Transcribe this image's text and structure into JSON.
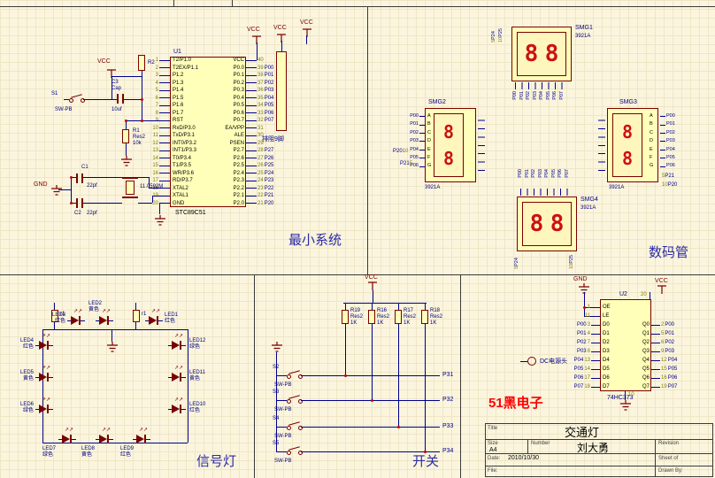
{
  "palette": {
    "background": "#FBF5DE",
    "grid": "#EFE6C6",
    "component_fill": "#FFFFB9",
    "component_border": "#7A0000",
    "wire": "#00008B",
    "net_text": "#00008B",
    "power_text": "#7A0000",
    "pin_number": "#808000",
    "segment_red": "#CC1111",
    "brand_red": "#FF0000",
    "annotation_blue": "#2B2BA6"
  },
  "icons": {
    "led_emission": "↗↗"
  },
  "minimal_system": {
    "caption": "最小系统",
    "vcc": "VCC",
    "gnd": "GND",
    "mcu": {
      "designator": "U1",
      "part": "STC89C51",
      "left_pins": [
        {
          "n": "1",
          "name": "T2/P1.0"
        },
        {
          "n": "2",
          "name": "T2EX/P1.1"
        },
        {
          "n": "3",
          "name": "P1.2"
        },
        {
          "n": "4",
          "name": "P1.3"
        },
        {
          "n": "5",
          "name": "P1.4"
        },
        {
          "n": "6",
          "name": "P1.5"
        },
        {
          "n": "7",
          "name": "P1.6"
        },
        {
          "n": "8",
          "name": "P1.7"
        },
        {
          "n": "9",
          "name": "RST"
        },
        {
          "n": "10",
          "name": "RxD/P3.0"
        },
        {
          "n": "11",
          "name": "TxD/P3.1"
        },
        {
          "n": "12",
          "name": "INT0/P3.2"
        },
        {
          "n": "13",
          "name": "INT1/P3.3"
        },
        {
          "n": "14",
          "name": "T0/P3.4"
        },
        {
          "n": "15",
          "name": "T1/P3.5"
        },
        {
          "n": "16",
          "name": "WR/P3.6"
        },
        {
          "n": "17",
          "name": "RD/P3.7"
        },
        {
          "n": "18",
          "name": "XTAL2"
        },
        {
          "n": "19",
          "name": "XTAL1"
        },
        {
          "n": "20",
          "name": "GND"
        }
      ],
      "right_pins": [
        {
          "n": "40",
          "name": "VCC",
          "net": ""
        },
        {
          "n": "39",
          "name": "P0.0",
          "net": "P00"
        },
        {
          "n": "38",
          "name": "P0.1",
          "net": "P01"
        },
        {
          "n": "37",
          "name": "P0.2",
          "net": "P02"
        },
        {
          "n": "36",
          "name": "P0.3",
          "net": "P03"
        },
        {
          "n": "35",
          "name": "P0.4",
          "net": "P04"
        },
        {
          "n": "34",
          "name": "P0.5",
          "net": "P05"
        },
        {
          "n": "33",
          "name": "P0.6",
          "net": "P06"
        },
        {
          "n": "32",
          "name": "P0.7",
          "net": "P07"
        },
        {
          "n": "31",
          "name": "EA/VPP",
          "net": ""
        },
        {
          "n": "30",
          "name": "ALE",
          "net": ""
        },
        {
          "n": "29",
          "name": "PSEN",
          "net": ""
        },
        {
          "n": "28",
          "name": "P2.7",
          "net": "P27"
        },
        {
          "n": "27",
          "name": "P2.6",
          "net": "P26"
        },
        {
          "n": "26",
          "name": "P2.5",
          "net": "P25"
        },
        {
          "n": "25",
          "name": "P2.4",
          "net": "P24"
        },
        {
          "n": "24",
          "name": "P2.3",
          "net": "P23"
        },
        {
          "n": "23",
          "name": "P2.2",
          "net": "P22"
        },
        {
          "n": "22",
          "name": "P2.1",
          "net": "P21"
        },
        {
          "n": "21",
          "name": "P2.0",
          "net": "P20"
        }
      ]
    },
    "resistor_network_label": "排阻9脚",
    "r2": {
      "designator": "R2"
    },
    "s1": {
      "designator": "S1",
      "value": "SW-PB"
    },
    "c3": {
      "designator": "C3",
      "type": "Cap",
      "value": "10uf"
    },
    "r1": {
      "designator": "R1",
      "type": "Res2",
      "value": "10k"
    },
    "c1": {
      "designator": "C1",
      "value": "22pf"
    },
    "c2": {
      "designator": "C2",
      "value": "22pf"
    },
    "crystal": {
      "value": "11.0592M"
    }
  },
  "displays": {
    "caption": "数码管",
    "digit": "8",
    "units": [
      {
        "designator": "SMG1",
        "part": "3921A"
      },
      {
        "designator": "SMG2",
        "part": "3921A"
      },
      {
        "designator": "SMG3",
        "part": "3921A"
      },
      {
        "designator": "SMG4",
        "part": "3921A"
      }
    ],
    "segments": [
      {
        "l": "A",
        "net": "P00"
      },
      {
        "l": "B",
        "net": "P01"
      },
      {
        "l": "C",
        "net": "P02"
      },
      {
        "l": "D",
        "net": "P03"
      },
      {
        "l": "E",
        "net": "P04"
      },
      {
        "l": "F",
        "net": "P05"
      },
      {
        "l": "G",
        "net": "P06"
      }
    ],
    "bus_nets": [
      "P00",
      "P01",
      "P02",
      "P03",
      "P04",
      "P05",
      "P06",
      "P07"
    ],
    "smg1_nets": [
      {
        "pin": "5",
        "net": "P24"
      },
      {
        "pin": "10",
        "net": "P25"
      }
    ],
    "smg2_nets": [
      {
        "net": "P20",
        "pin": "10"
      },
      {
        "net": "P21",
        "pin": "5"
      }
    ],
    "smg3_nets": [
      {
        "pin": "5",
        "net": "P21"
      },
      {
        "pin": "10",
        "net": "P20"
      }
    ],
    "smg4_nets": [
      {
        "pin": "5",
        "net": "P24"
      },
      {
        "pin": "10",
        "net": "P25"
      }
    ]
  },
  "signal_lights": {
    "caption": "信号灯",
    "gnd": "GND",
    "r_labels": [
      "r1",
      "r1"
    ],
    "leds": [
      {
        "name": "LED1",
        "color_label": "红色"
      },
      {
        "name": "LED2",
        "color_label": "黄色"
      },
      {
        "name": "LED3",
        "color_label": "红色"
      },
      {
        "name": "LED4",
        "color_label": "红色"
      },
      {
        "name": "LED5",
        "color_label": "黄色"
      },
      {
        "name": "LED6",
        "color_label": "绿色"
      },
      {
        "name": "LED7",
        "color_label": "绿色"
      },
      {
        "name": "LED8",
        "color_label": "黄色"
      },
      {
        "name": "LED9",
        "color_label": "红色"
      },
      {
        "name": "LED10",
        "color_label": "红色"
      },
      {
        "name": "LED11",
        "color_label": "黄色"
      },
      {
        "name": "LED12",
        "color_label": "绿色"
      }
    ]
  },
  "switches": {
    "caption": "开关",
    "vcc": "VCC",
    "resistors": [
      {
        "designator": "R19",
        "type": "Res2",
        "value": "1K"
      },
      {
        "designator": "R16",
        "type": "Res2",
        "value": "1K"
      },
      {
        "designator": "R17",
        "type": "Res2",
        "value": "1K"
      },
      {
        "designator": "R18",
        "type": "Res2",
        "value": "1K"
      }
    ],
    "buttons": [
      {
        "designator": "S2",
        "value": "SW-PB"
      },
      {
        "designator": "S3",
        "value": "SW-PB"
      },
      {
        "designator": "S4",
        "value": "SW-PB"
      },
      {
        "designator": "S5",
        "value": "SW-PB"
      }
    ],
    "nets": [
      "P31",
      "P32",
      "P33",
      "P34"
    ]
  },
  "latch": {
    "designator": "U2",
    "part": "74HC373",
    "vcc": "VCC",
    "gnd": "GND",
    "vcc_pin": "20",
    "gnd_pin": "10",
    "left_pins": [
      {
        "n": "1",
        "name": "OE",
        "net": ""
      },
      {
        "n": "11",
        "name": "LE",
        "net": ""
      },
      {
        "n": "3",
        "name": "D0",
        "net": "P00"
      },
      {
        "n": "4",
        "name": "D1",
        "net": "P01"
      },
      {
        "n": "7",
        "name": "D2",
        "net": "P02"
      },
      {
        "n": "8",
        "name": "D3",
        "net": "P03"
      },
      {
        "n": "13",
        "name": "D4",
        "net": "P04"
      },
      {
        "n": "14",
        "name": "D5",
        "net": "P05"
      },
      {
        "n": "17",
        "name": "D6",
        "net": "P06"
      },
      {
        "n": "18",
        "name": "D7",
        "net": "P07"
      }
    ],
    "right_pins": [
      {
        "n": "2",
        "name": "Q0",
        "net": "P00"
      },
      {
        "n": "5",
        "name": "Q1",
        "net": "P01"
      },
      {
        "n": "6",
        "name": "Q2",
        "net": "P02"
      },
      {
        "n": "9",
        "name": "Q3",
        "net": "P03"
      },
      {
        "n": "12",
        "name": "Q4",
        "net": "P04"
      },
      {
        "n": "15",
        "name": "Q5",
        "net": "P05"
      },
      {
        "n": "16",
        "name": "Q6",
        "net": "P06"
      },
      {
        "n": "19",
        "name": "Q7",
        "net": "P07"
      }
    ],
    "dc_jack_label": "DC电源头"
  },
  "brand": "51黑电子",
  "title_block": {
    "title_label": "Title",
    "title": "交通灯",
    "size_label": "Size",
    "size": "A4",
    "number_label": "Number",
    "revision_label": "Revision",
    "author": "刘大勇",
    "date_label": "Date:",
    "date": "2010/10/30",
    "sheet_label": "Sheet of",
    "file_label": "File:",
    "drawn_label": "Drawn By:"
  }
}
